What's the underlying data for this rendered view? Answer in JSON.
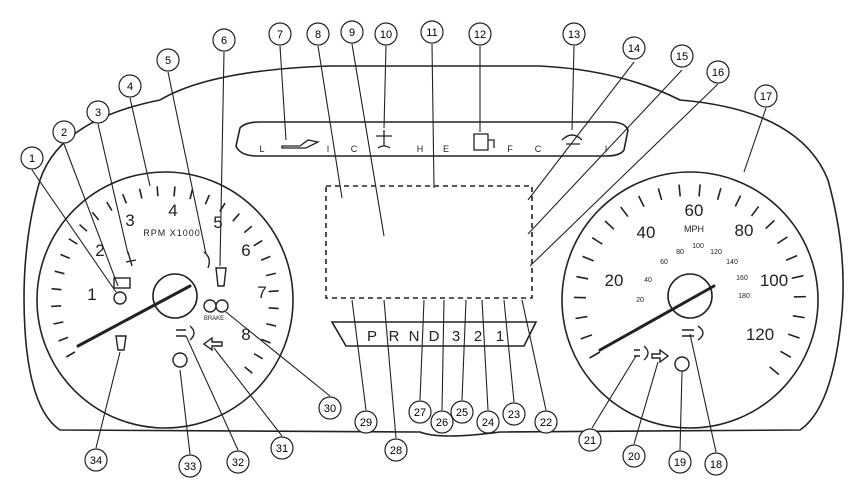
{
  "tachometer": {
    "numbers": [
      "1",
      "2",
      "3",
      "4",
      "5",
      "6",
      "7",
      "8"
    ],
    "caption": "RPM X1000"
  },
  "speedometer": {
    "numbers": [
      "20",
      "40",
      "60",
      "80",
      "100",
      "120"
    ],
    "inner_numbers": [
      "20",
      "40",
      "60",
      "80",
      "100",
      "120",
      "140",
      "160",
      "180"
    ],
    "unit": "MPH"
  },
  "gauges": {
    "oil": {
      "low": "L",
      "high": "I"
    },
    "temp": {
      "low": "C",
      "high": "H"
    },
    "fuel": {
      "low": "E",
      "high": "F"
    },
    "trans": {
      "low": "C",
      "high": "I"
    }
  },
  "gear_selector": [
    "P",
    "R",
    "N",
    "D",
    "3",
    "2",
    "1"
  ],
  "brake_label": "BRAKE",
  "callouts": [
    "1",
    "2",
    "3",
    "4",
    "5",
    "6",
    "7",
    "8",
    "9",
    "10",
    "11",
    "12",
    "13",
    "14",
    "15",
    "16",
    "17",
    "18",
    "19",
    "20",
    "21",
    "22",
    "23",
    "24",
    "25",
    "26",
    "27",
    "28",
    "29",
    "30",
    "31",
    "32",
    "33",
    "34"
  ],
  "colors": {
    "line": "#222222",
    "bubble_fill": "#ffffff"
  }
}
